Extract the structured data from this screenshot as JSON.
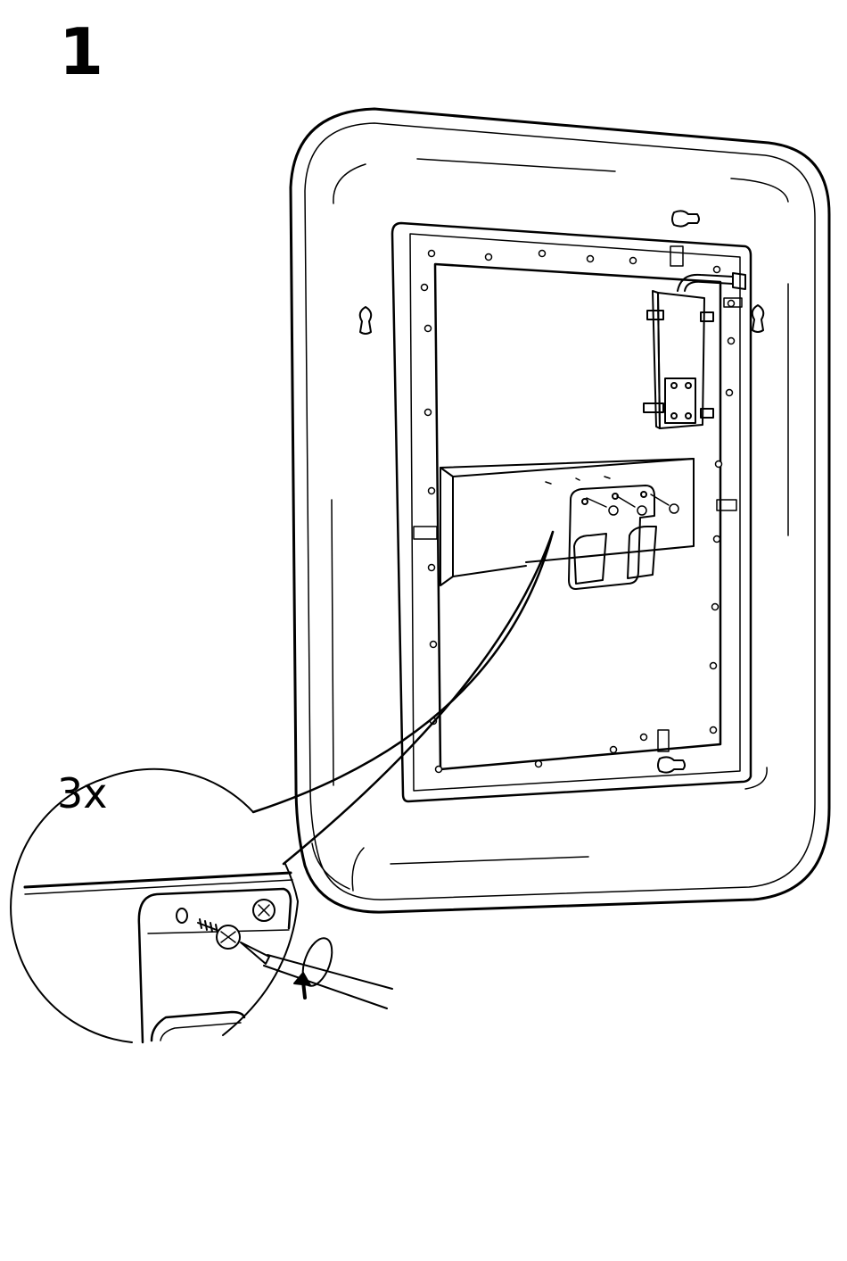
{
  "instruction_step": {
    "step_number": "1",
    "quantity_label": "3x"
  },
  "colors": {
    "line": "#000000",
    "background": "#ffffff"
  },
  "illustration": {
    "main": "mirror-back-panel",
    "detail": "screw-and-screwdriver-detail",
    "action": "rotate-clockwise-arrow"
  }
}
